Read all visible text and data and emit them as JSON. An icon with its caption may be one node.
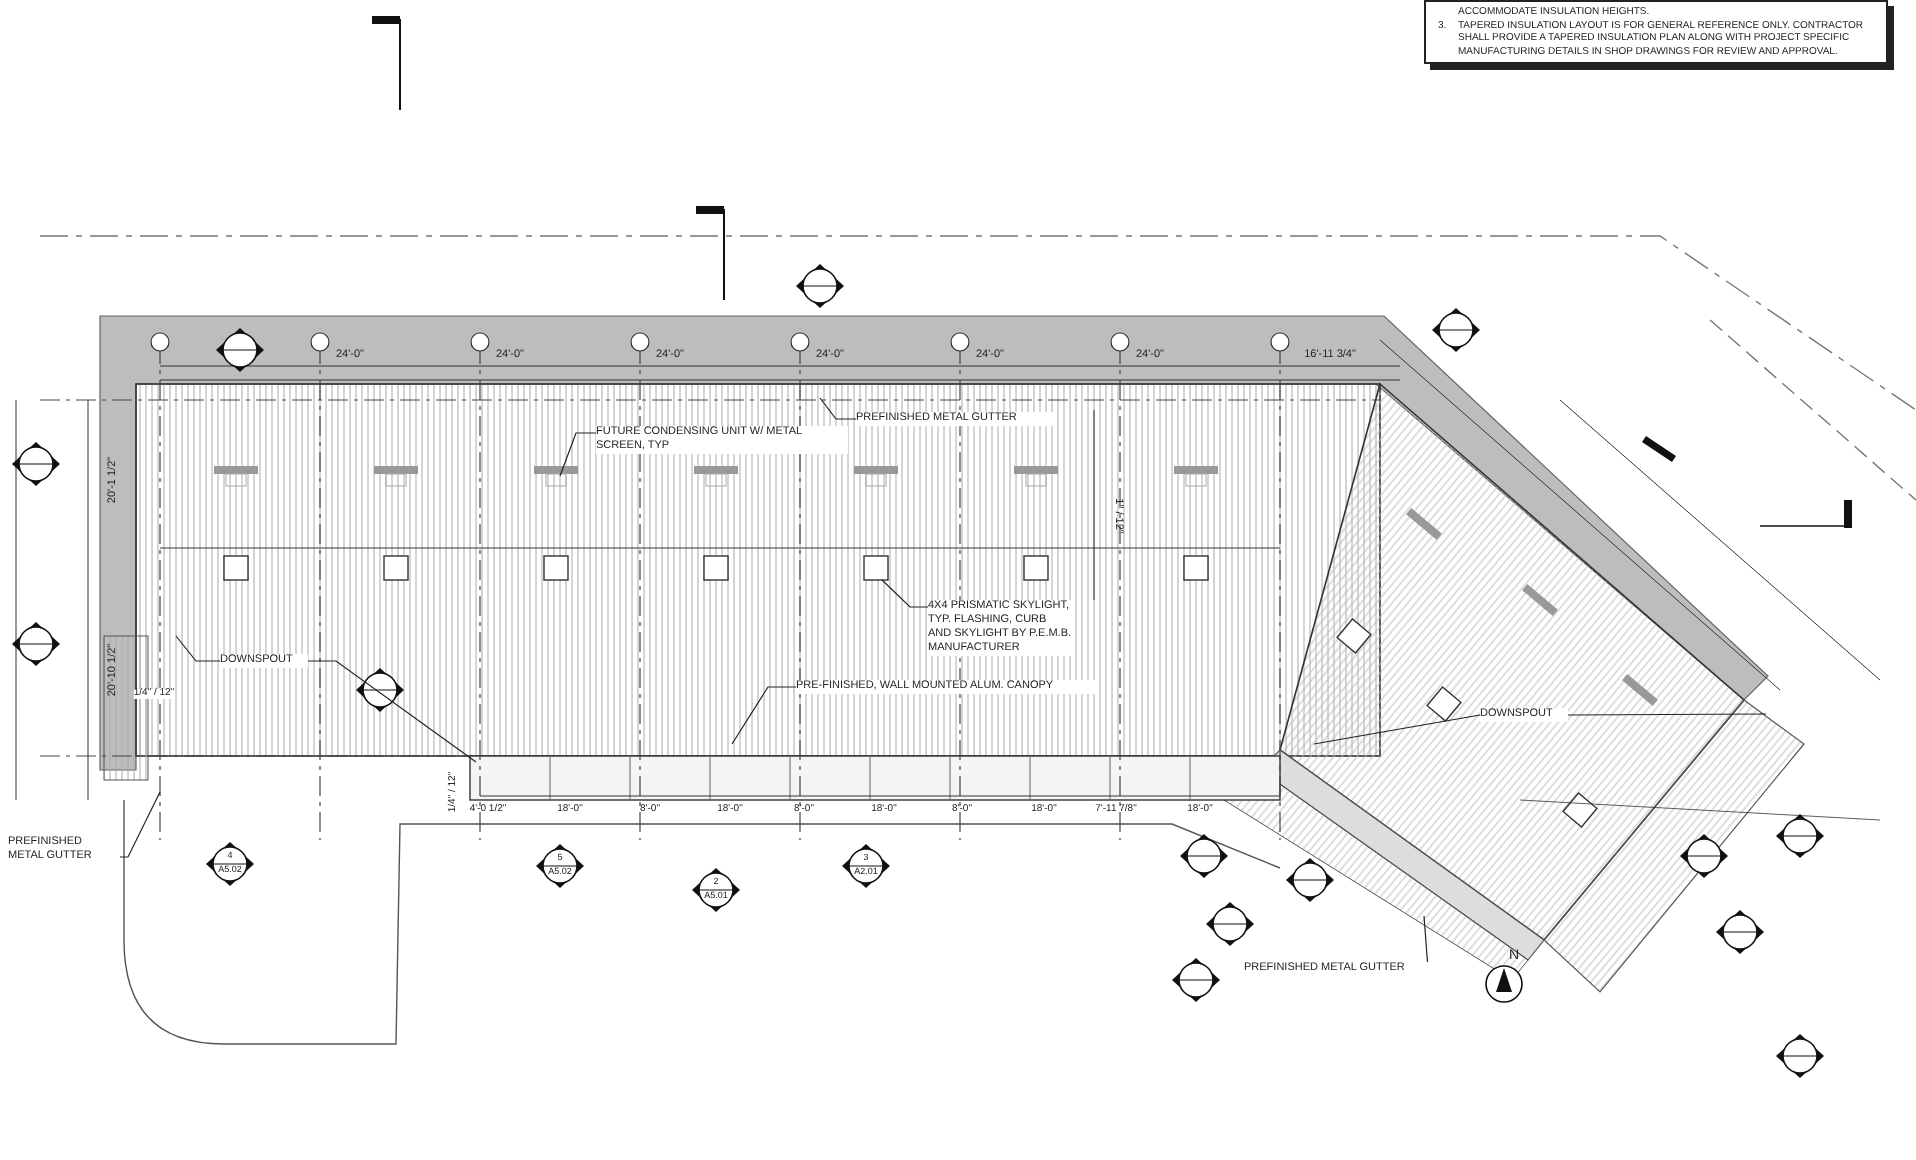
{
  "diagram": {
    "nodes": [
      {
        "text": [
          "ACCOMMODATE INSULATION HEIGHTS.",
          "3.",
          "TAPERED INSULATION LAYOUT IS FOR GENERAL REFERENCE ONLY. CONTRACTOR SHALL PROVIDE A TAPERED INSULATION PLAN ALONG WITH PROJECT SPECIFIC MANUFACTURING DETAILS IN SHOP DRAWINGS FOR REVIEW AND APPROVAL."
        ]
      },
      {
        "text": [
          "FUTURE CONDENSING UNIT W/ METAL SCREEN, TYP"
        ]
      },
      {
        "text": [
          "PREFINISHED METAL GUTTER"
        ]
      },
      {
        "text": [
          "4X4 PRISMATIC SKYLIGHT, TYP. FLASHING, CURB AND SKYLIGHT BY P.E.M.B. MANUFACTURER"
        ]
      },
      {
        "text": [
          "PRE-FINISHED, WALL MOUNTED ALUM. CANOPY"
        ]
      },
      {
        "text": [
          "DOWNSPOUT"
        ]
      },
      {
        "text": [
          "PREFINISHED METAL GUTTER"
        ]
      },
      {
        "text": [
          "DOWNSPOUT"
        ]
      },
      {
        "text": [
          "PREFINISHED METAL GUTTER"
        ]
      }
    ],
    "edges": [
      {
        "from": 1,
        "to": null,
        "arrow": "none"
      },
      {
        "from": 2,
        "to": null,
        "arrow": "none"
      },
      {
        "from": 3,
        "to": null,
        "arrow": "none"
      },
      {
        "from": 4,
        "to": null,
        "arrow": "none"
      },
      {
        "from": 5,
        "to": null,
        "arrow": "none"
      },
      {
        "from": 5,
        "to": null,
        "arrow": "none"
      },
      {
        "from": 6,
        "to": null,
        "arrow": "none"
      },
      {
        "from": 7,
        "to": null,
        "arrow": "none"
      },
      {
        "from": 7,
        "to": null,
        "arrow": "none"
      },
      {
        "from": 8,
        "to": null,
        "arrow": "none"
      }
    ],
    "labels": [
      "24'-0\"",
      "24'-0\"",
      "24'-0\"",
      "24'-0\"",
      "24'-0\"",
      "24'-0\"",
      "16'-11 3/4\"",
      "1\" / 12\"",
      "20'-1 1/2\"",
      "20'-10 1/2\"",
      "1/4\" / 12\"",
      "1/4\" / 12\"",
      "4'-0 1/2\"",
      "18'-0\"",
      "8'-0\"",
      "18'-0\"",
      "8'-0\"",
      "18'-0\"",
      "8'-0\"",
      "18'-0\"",
      "7'-11 7/8\"",
      "18'-0\"",
      "N",
      "4",
      "A5.02",
      "5",
      "A5.02",
      "2",
      "A5.01",
      "3",
      "A2.01"
    ]
  }
}
